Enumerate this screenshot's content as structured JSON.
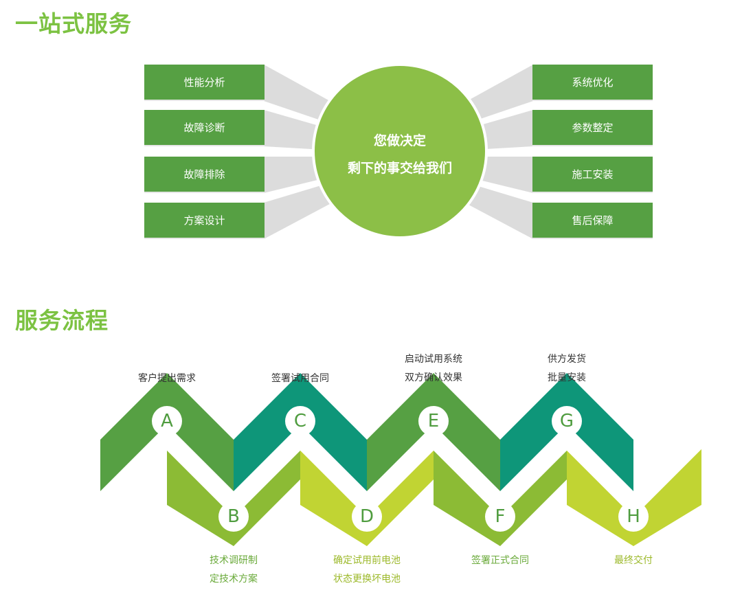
{
  "sections": {
    "services_title": "一站式服务",
    "process_title": "服务流程"
  },
  "hub": {
    "line1": "您做决定",
    "line2": "剩下的事交给我们"
  },
  "services_left": [
    "性能分析",
    "故障诊断",
    "故障排除",
    "方案设计"
  ],
  "services_right": [
    "系统优化",
    "参数整定",
    "施工安装",
    "售后保障"
  ],
  "steps": {
    "A": {
      "letter": "A",
      "lines": [
        "客户提出需求"
      ]
    },
    "B": {
      "letter": "B",
      "lines": [
        "技术调研制",
        "定技术方案"
      ]
    },
    "C": {
      "letter": "C",
      "lines": [
        "签署试用合同"
      ]
    },
    "D": {
      "letter": "D",
      "lines": [
        "确定试用前电池",
        "状态更换坏电池"
      ]
    },
    "E": {
      "letter": "E",
      "lines": [
        "启动试用系统",
        "双方确认效果"
      ]
    },
    "F": {
      "letter": "F",
      "lines": [
        "签署正式合同"
      ]
    },
    "G": {
      "letter": "G",
      "lines": [
        "供方发货",
        "批量安装"
      ]
    },
    "H": {
      "letter": "H",
      "lines": [
        "最终交付"
      ]
    }
  },
  "colors": {
    "box_green": "#56a043",
    "hub_green": "#8cbf47",
    "title_green": "#7cc242",
    "ray_gray": "#dcdcdc",
    "zigzag_green": "#56a043",
    "zigzag_teal": "#0e9679",
    "zigzag_lime": "#8cbb35",
    "zigzag_yellow": "#c1d433",
    "label_dark": "#333333",
    "label_green": "#6aaa3a"
  }
}
